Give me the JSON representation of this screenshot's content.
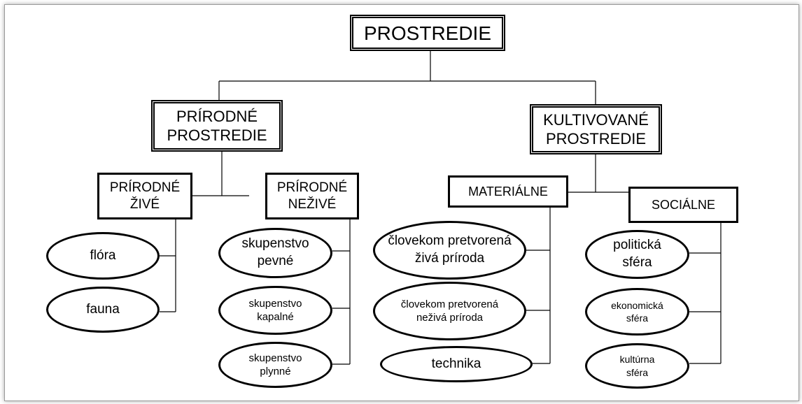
{
  "diagram": {
    "root": "PROSTREDIE",
    "natural": {
      "label": "PRÍRODNÉ\nPROSTREDIE",
      "living": {
        "label": "PRÍRODNÉ\nŽIVÉ",
        "items": [
          "flóra",
          "fauna"
        ]
      },
      "nonliving": {
        "label": "PRÍRODNÉ\nNEŽIVÉ",
        "items": [
          "skupenstvo\npevné",
          "skupenstvo\nkapalné",
          "skupenstvo\nplynné"
        ]
      }
    },
    "cultivated": {
      "label": "KULTIVOVANÉ\nPROSTREDIE",
      "material": {
        "label": "MATERIÁLNE",
        "items": [
          "človekom  pretvorená\nživá  príroda",
          "človekom  pretvorená\nneživá príroda",
          "technika"
        ]
      },
      "social": {
        "label": "SOCIÁLNE",
        "items": [
          "politická\nsféra",
          "ekonomická\nsféra",
          "kultúrna\nsféra"
        ]
      }
    }
  }
}
